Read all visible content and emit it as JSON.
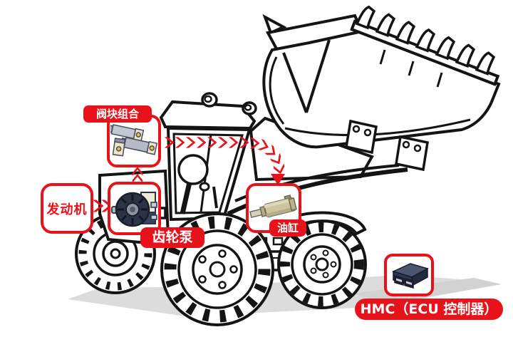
{
  "diagram_title": "wheel-loader hydraulic system component diagram",
  "colors": {
    "accent_red": "#e8121b",
    "line": "#141414",
    "shadow": "#dcdcdc",
    "pill_text": "#ffffff"
  },
  "callouts": {
    "valve_block": {
      "label": "阀块组合"
    },
    "engine": {
      "label": "发动机"
    },
    "gear_pump": {
      "label": "齿轮泵"
    },
    "cylinder": {
      "label": "油缸"
    },
    "ecu": {
      "label": "HMC（ECU 控制器）"
    }
  },
  "flow": [
    "发动机 → 齿轮泵",
    "齿轮泵 → 阀块组合",
    "阀块组合 → 油缸"
  ],
  "illustration": {
    "machine": "wheel-loader line art with raised tined bucket, cab, three wheels",
    "components": [
      "valve-blocks-image",
      "gear-pump-image",
      "hydraulic-cylinder-image",
      "ecu-module-image"
    ]
  }
}
